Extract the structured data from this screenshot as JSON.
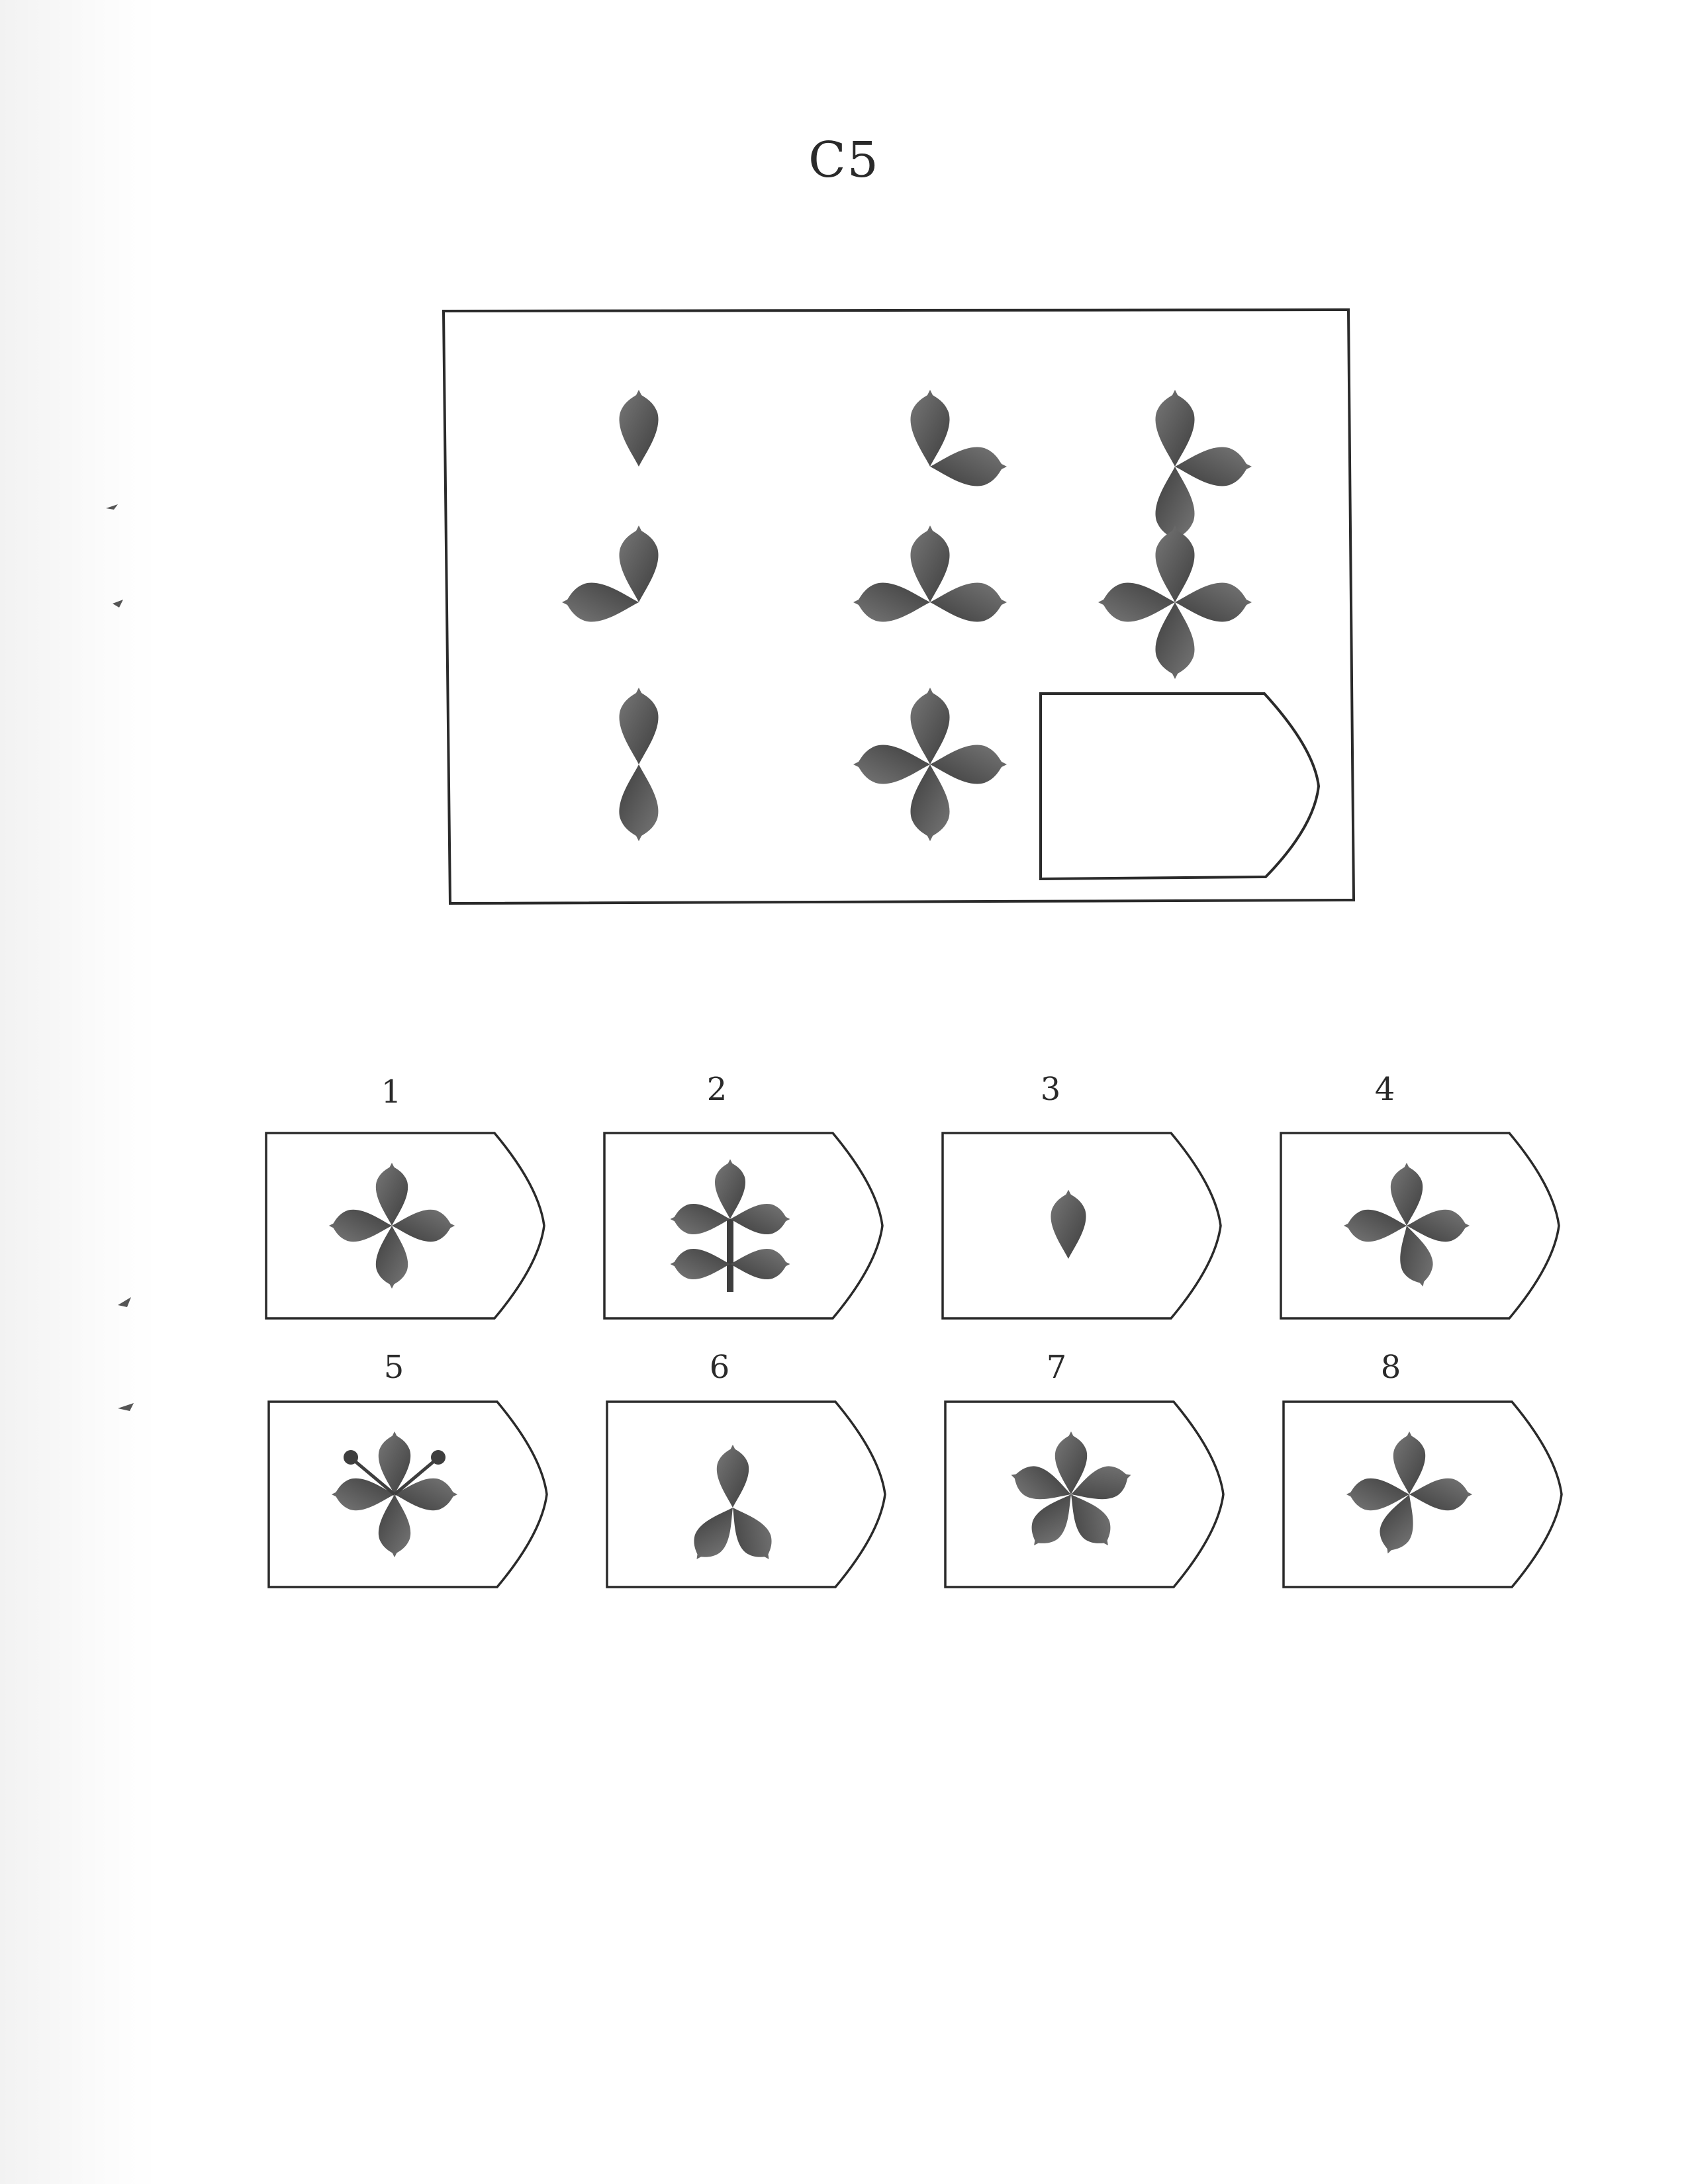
{
  "page": {
    "title": "C5"
  },
  "puzzle": {
    "grid_size": 3,
    "cells": [
      {
        "row": 1,
        "col": 1,
        "petals": [
          "up"
        ]
      },
      {
        "row": 1,
        "col": 2,
        "petals": [
          "up",
          "right"
        ]
      },
      {
        "row": 1,
        "col": 3,
        "petals": [
          "up",
          "right",
          "down"
        ]
      },
      {
        "row": 2,
        "col": 1,
        "petals": [
          "up",
          "left"
        ]
      },
      {
        "row": 2,
        "col": 2,
        "petals": [
          "up",
          "left",
          "right"
        ]
      },
      {
        "row": 2,
        "col": 3,
        "petals": [
          "up",
          "left",
          "right",
          "down"
        ]
      },
      {
        "row": 3,
        "col": 1,
        "petals": [
          "up",
          "down"
        ]
      },
      {
        "row": 3,
        "col": 2,
        "petals": [
          "up",
          "left",
          "right",
          "down"
        ]
      },
      {
        "row": 3,
        "col": 3,
        "blank": true
      }
    ]
  },
  "options": [
    {
      "number": "1",
      "figure": "four-petal cross"
    },
    {
      "number": "2",
      "figure": "five-leaf branch with stem"
    },
    {
      "number": "3",
      "figure": "single petal"
    },
    {
      "number": "4",
      "figure": "four-petal pinwheel"
    },
    {
      "number": "5",
      "figure": "four petals with two stamens"
    },
    {
      "number": "6",
      "figure": "three petals"
    },
    {
      "number": "7",
      "figure": "five-petal flower"
    },
    {
      "number": "8",
      "figure": "four-petal pinwheel"
    }
  ],
  "colors": {
    "petal": "#3e3e3e",
    "petal_light": "#777777",
    "line": "#2a2a2a",
    "background": "#ffffff"
  }
}
